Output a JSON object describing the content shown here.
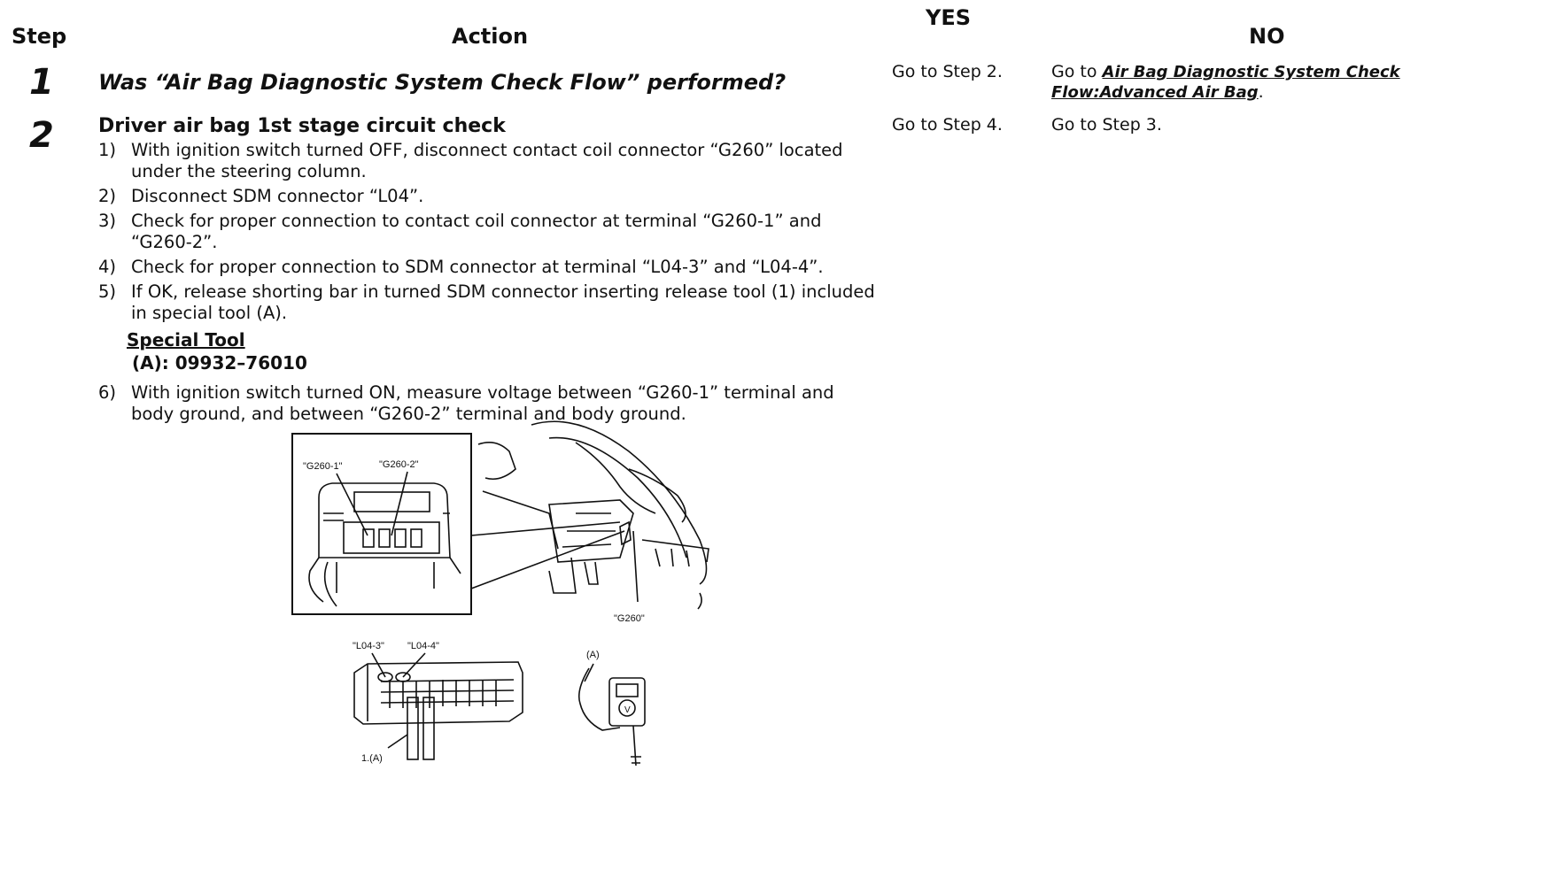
{
  "headers": {
    "step": "Step",
    "action": "Action",
    "yes": "YES",
    "no": "NO"
  },
  "steps": [
    {
      "number": "1",
      "question": "Was “Air Bag Diagnostic System Check Flow” performed?",
      "yes": "Go to Step 2.",
      "no_prefix": "Go to ",
      "no_link": "Air Bag Diagnostic System Check Flow:Advanced Air Bag",
      "no_suffix": "."
    },
    {
      "number": "2",
      "title": "Driver air bag 1st stage circuit check",
      "items": [
        {
          "n": "1)",
          "text": "With ignition switch turned OFF, disconnect contact coil connector “G260” located under the steering column."
        },
        {
          "n": "2)",
          "text": "Disconnect SDM connector “L04”."
        },
        {
          "n": "3)",
          "text": "Check for proper connection to contact coil connector at terminal “G260-1” and “G260-2”."
        },
        {
          "n": "4)",
          "text": "Check for proper connection to SDM connector at terminal “L04-3” and “L04-4”."
        },
        {
          "n": "5)",
          "text": "If OK, release shorting bar in turned SDM connector inserting release tool (1) included in special tool (A)."
        }
      ],
      "special_tool_label": "Special Tool",
      "special_tool_value": "(A): 09932–76010",
      "item6": {
        "n": "6)",
        "text": "With ignition switch turned ON, measure voltage between “G260-1” terminal and body ground, and between “G260-2” terminal and body ground."
      },
      "yes": "Go to Step 4.",
      "no": "Go to Step 3."
    }
  ],
  "figure_labels": {
    "g260_1": "\"G260-1\"",
    "g260_2": "\"G260-2\"",
    "g260": "\"G260\"",
    "l04_3": "\"L04-3\"",
    "l04_4": "\"L04-4\"",
    "tool": "1.(A)",
    "a": "(A)",
    "v": "V"
  }
}
